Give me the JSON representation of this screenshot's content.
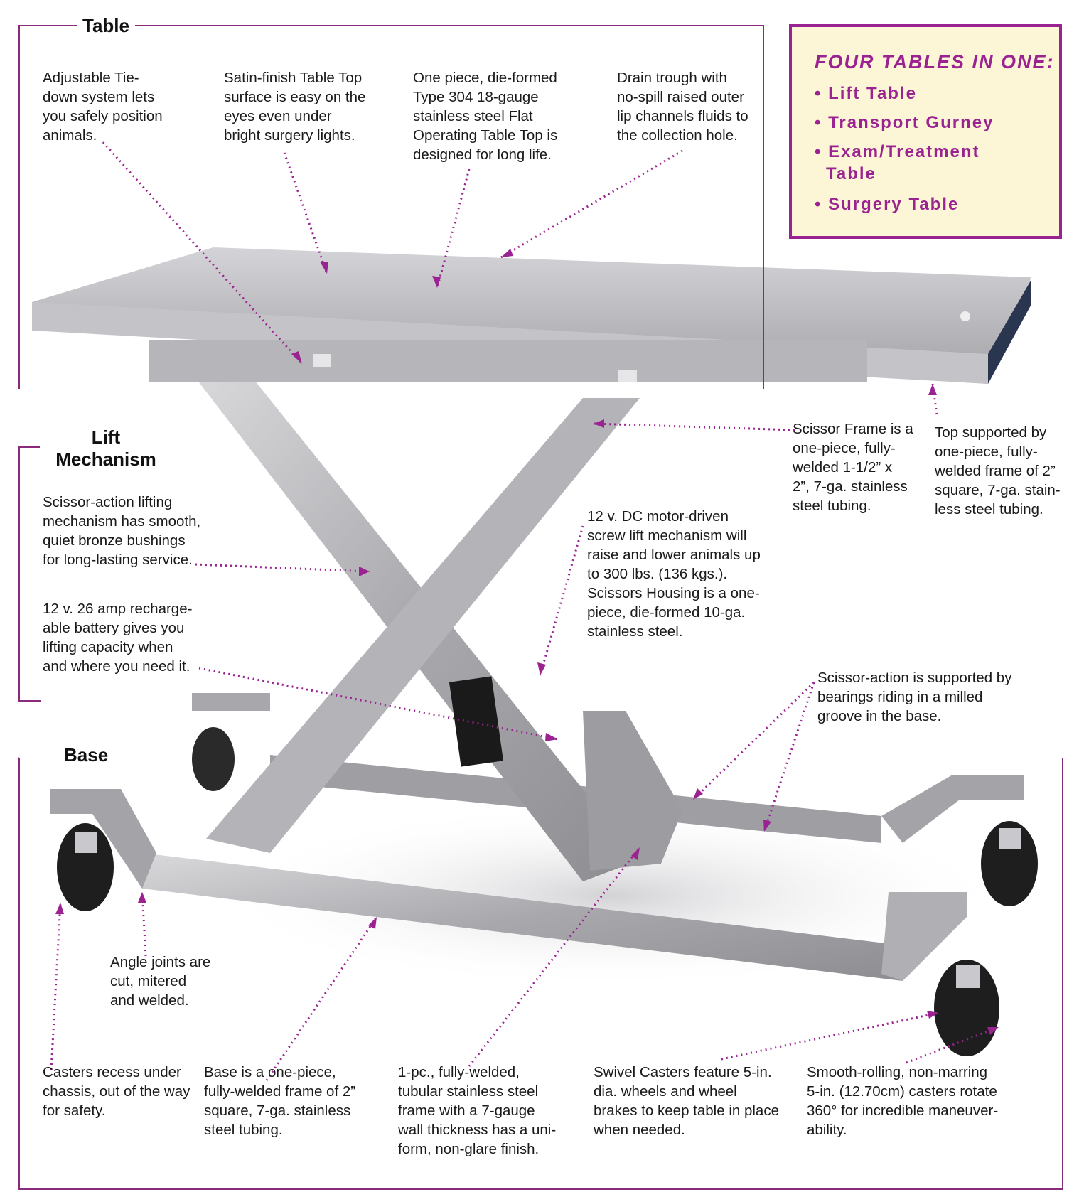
{
  "sections": {
    "table": "Table",
    "lift_line1": "Lift",
    "lift_line2": "Mechanism",
    "base": "Base"
  },
  "callout_box": {
    "heading": "FOUR TABLES IN ONE:",
    "items": [
      "Lift Table",
      "Transport Gurney",
      "Exam/Treatment",
      "Table",
      "Surgery Table"
    ],
    "bullet": "•"
  },
  "notes": {
    "tiedown": [
      "Adjustable Tie-",
      "down system lets",
      "you safely position",
      "animals."
    ],
    "satin": [
      "Satin-finish Table Top",
      "surface is easy on the",
      "eyes even under",
      "bright surgery lights."
    ],
    "onepiece": [
      "One piece, die-formed",
      "Type 304 18-gauge",
      "stainless steel Flat",
      "Operating Table Top is",
      "designed for long life."
    ],
    "drain": [
      "Drain trough with",
      "no-spill raised outer",
      "lip channels fluids to",
      "the collection hole."
    ],
    "scissor_frame": [
      "Scissor Frame is a",
      "one-piece, fully-",
      "welded 1-1/2” x",
      "2”, 7-ga. stainless",
      "steel tubing."
    ],
    "top_supported": [
      "Top supported by",
      "one-piece, fully-",
      "welded frame of 2”",
      "square, 7-ga. stain-",
      "less steel tubing."
    ],
    "scissor_action": [
      "Scissor-action lifting",
      "mechanism has smooth,",
      "quiet bronze bushings",
      "for long-lasting service."
    ],
    "motor": [
      "12 v. DC motor-driven",
      "screw lift mechanism will",
      "raise and lower animals up",
      "to 300 lbs. (136 kgs.).",
      "Scissors Housing is a one-",
      "piece, die-formed 10-ga.",
      "stainless steel."
    ],
    "battery": [
      "12 v. 26 amp recharge-",
      "able battery gives you",
      "lifting capacity when",
      "and where you need it."
    ],
    "bearings": [
      "Scissor-action is supported by",
      "bearings riding in a milled",
      "groove in the base."
    ],
    "angle": [
      "Angle joints are",
      "cut, mitered",
      "and welded."
    ],
    "casters_recess": [
      "Casters recess under",
      "chassis, out of the way",
      "for safety."
    ],
    "base_frame": [
      "Base is a one-piece,",
      "fully-welded frame of 2”",
      "square, 7-ga. stainless",
      "steel tubing."
    ],
    "tubular": [
      "1-pc., fully-welded,",
      "tubular stainless steel",
      "frame with a 7-gauge",
      "wall thickness has a uni-",
      "form, non-glare finish."
    ],
    "swivel": [
      "Swivel Casters feature 5-in.",
      "dia. wheels and wheel",
      "brakes to keep table in place",
      "when needed."
    ],
    "smooth": [
      "Smooth-rolling, non-marring",
      "5-in. (12.70cm) casters rotate",
      "360° for incredible maneuver-",
      "ability."
    ]
  },
  "colors": {
    "accent": "#9b2391",
    "box_fill": "#fdf6d6",
    "frame_line": "#8a2a7a",
    "steel": "#b9b9bd"
  }
}
